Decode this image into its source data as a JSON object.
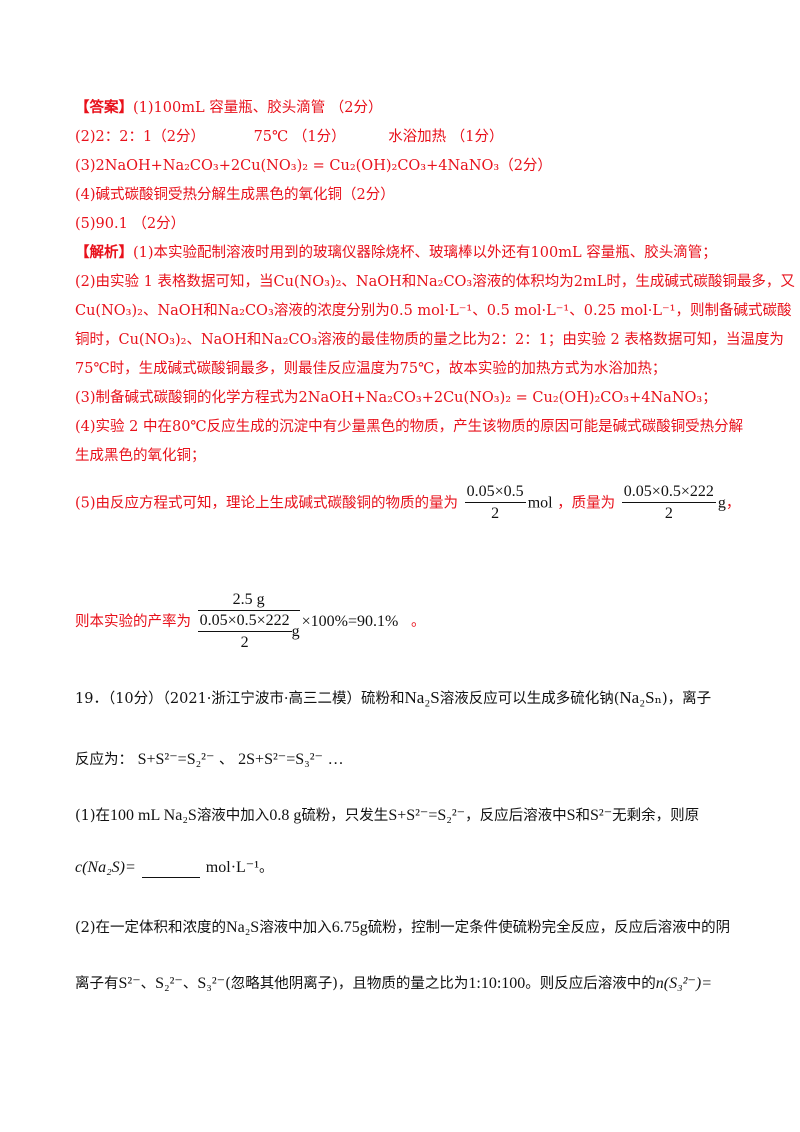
{
  "answer": {
    "tag": "【答案】",
    "a1": "(1)100mL 容量瓶、胶头滴管 （2分）",
    "a2_ratio": "(2)2：2：1（2分）",
    "a2_temp": "75℃ （1分）",
    "a2_method": "水浴加热 （1分）",
    "a3": "(3)2NaOH+Na₂CO₃+2Cu(NO₃)₂ = Cu₂(OH)₂CO₃+4NaNO₃（2分）",
    "a4": "(4)碱式碳酸铜受热分解生成黑色的氧化铜（2分）",
    "a5": "(5)90.1 （2分）"
  },
  "analysis": {
    "tag": "【解析】",
    "p1": "(1)本实验配制溶液时用到的玻璃仪器除烧杯、玻璃棒以外还有100mL 容量瓶、胶头滴管；",
    "p2_l1": "(2)由实验 1 表格数据可知，当Cu(NO₃)₂、NaOH和Na₂CO₃溶液的体积均为2mL时，生成碱式碳酸铜最多，又",
    "p2_l2": "Cu(NO₃)₂、NaOH和Na₂CO₃溶液的浓度分别为0.5 mol·L⁻¹、0.5 mol·L⁻¹、0.25 mol·L⁻¹，则制备碱式碳酸",
    "p2_l3": "铜时，Cu(NO₃)₂、NaOH和Na₂CO₃溶液的最佳物质的量之比为2：2：1；由实验 2 表格数据可知，当温度为",
    "p2_l4": "75℃时，生成碱式碳酸铜最多，则最佳反应温度为75℃，故本实验的加热方式为水浴加热；",
    "p3": "(3)制备碱式碳酸铜的化学方程式为2NaOH+Na₂CO₃+2Cu(NO₃)₂ = Cu₂(OH)₂CO₃+4NaNO₃；",
    "p4_l1": "(4)实验 2 中在80℃反应生成的沉淀中有少量黑色的物质，产生该物质的原因可能是碱式碳酸铜受热分解",
    "p4_l2": "生成黑色的氧化铜；",
    "p5_text": "(5)由反应方程式可知，理论上生成碱式碳酸铜的物质的量为",
    "p5_frac1_num": "0.05×0.5",
    "p5_frac1_den": "2",
    "p5_unit1": "mol",
    "p5_mid": "，质量为",
    "p5_frac2_num": "0.05×0.5×222",
    "p5_frac2_den": "2",
    "p5_unit2": "g",
    "p5_end": "，",
    "p6_text": "则本实验的产率为",
    "p6_num": "2.5 g",
    "p6_den_num": "0.05×0.5×222",
    "p6_den_den": "2",
    "p6_den_unit": "g",
    "p6_tail": "×100%=90.1%",
    "p6_end": "。"
  },
  "question19": {
    "head": "19．（10分）（2021·浙江宁波市·高三二模）硫粉和",
    "na2s": "Na₂S",
    "head2": "溶液反应可以生成多硫化钠(",
    "na2sn": "Na₂Sₙ",
    "head3": ")，离子",
    "react_label": "反应为：",
    "eq1": "S+S²⁻=S₂²⁻",
    "sep": "、",
    "eq2": "2S+S²⁻=S₃²⁻",
    "ellipsis": "…",
    "q1_a": "(1)在",
    "q1_conc": "100 mL Na₂S",
    "q1_b": "溶液中加入",
    "q1_mass": "0.8 g",
    "q1_c": "硫粉，只发生",
    "q1_eq": "S+S²⁻=S₂²⁻",
    "q1_d": "，反应后溶液中",
    "q1_s": "S",
    "q1_e": "和",
    "q1_s2": "S²⁻",
    "q1_f": "无剩余，则原",
    "q1_formula": "c(Na₂S)=",
    "q1_unit": "mol·L⁻¹",
    "q1_end": "。",
    "q2_a": "(2)在一定体积和浓度的",
    "q2_na2s": "Na₂S",
    "q2_b": "溶液中加入",
    "q2_mass": "6.75g",
    "q2_c": "硫粉，控制一定条件使硫粉完全反应，反应后溶液中的阴",
    "q2_d": "离子有",
    "q2_ion1": "S²⁻",
    "q2_sep1": "、",
    "q2_ion2": "S₂²⁻",
    "q2_sep2": "、",
    "q2_ion3": "S₃²⁻",
    "q2_e": "(忽略其他阴离子)，且物质的量之比为",
    "q2_ratio": "1:10:100",
    "q2_f": "。则反应后溶液中的",
    "q2_n": "n(S₃²⁻)="
  }
}
